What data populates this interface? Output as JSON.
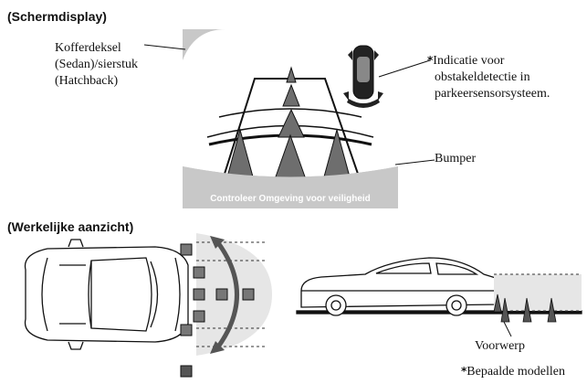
{
  "screen_section": {
    "heading": "(Schermdisplay)",
    "label_trunk_line1": "Kofferdeksel",
    "label_trunk_line2": "(Sedan)/sierstuk",
    "label_trunk_line3": "(Hatchback)",
    "label_indicator_line1": "Indicatie voor",
    "label_indicator_line2": "obstakeldetectie in",
    "label_indicator_line3": "parkeersensorsysteem.",
    "label_bumper": "Bumper",
    "screen_caption": "Controleer Omgeving voor veiligheid"
  },
  "real_section": {
    "heading": "(Werkelijke aanzicht)",
    "label_object": "Voorwerp"
  },
  "footnote": {
    "marker": "*",
    "text": "Bepaalde modellen"
  },
  "colors": {
    "screen_gray": "#c8c8c8",
    "cone_dark": "#6e6e6e",
    "line_black": "#111111"
  }
}
